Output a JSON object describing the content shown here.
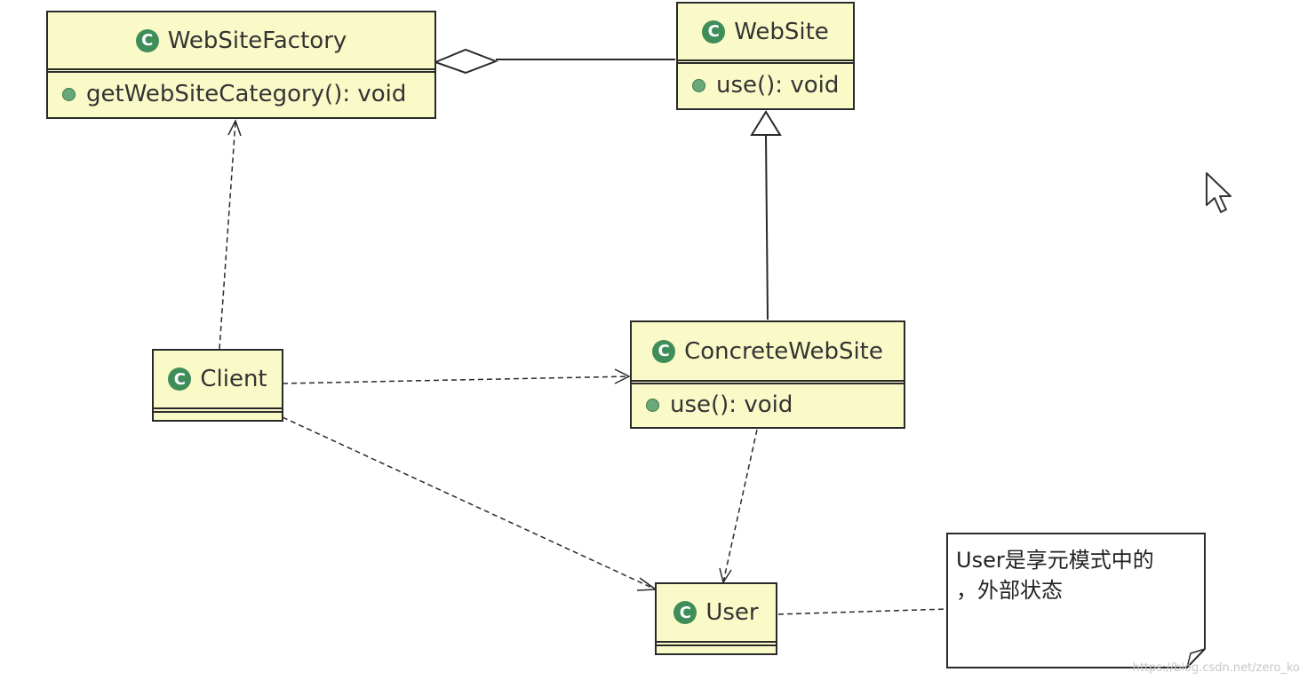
{
  "classes": {
    "website_factory": {
      "name": "WebSiteFactory",
      "method": "getWebSiteCategory(): void"
    },
    "website": {
      "name": "WebSite",
      "method": "use(): void"
    },
    "concrete_website": {
      "name": "ConcreteWebSite",
      "method": "use(): void"
    },
    "client": {
      "name": "Client"
    },
    "user": {
      "name": "User"
    }
  },
  "note": {
    "line1": "User是享元模式中的",
    "line2": "，外部状态"
  },
  "class_icon_letter": "C",
  "watermark": "https://blog.csdn.net/zero_ko",
  "colors": {
    "class_fill": "#fafac8",
    "icon": "#3f8d58",
    "line": "#2a2a2a"
  },
  "icons": [
    "class-icon",
    "public-method-icon",
    "mouse-cursor-icon"
  ]
}
